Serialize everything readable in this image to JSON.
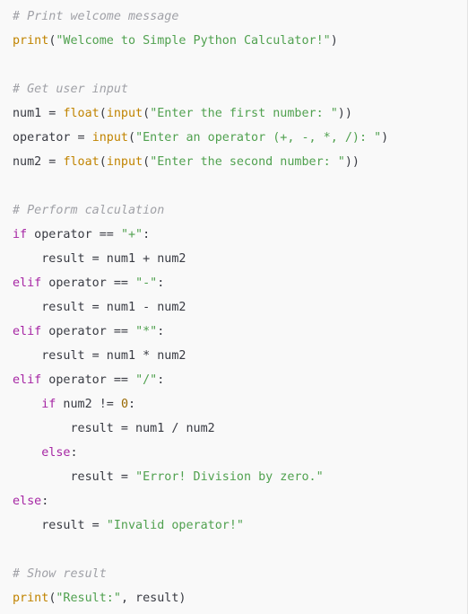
{
  "colors": {
    "background": "#f9f9f9",
    "plain": "#383a42",
    "comment": "#a0a1a7",
    "keyword": "#a626a4",
    "builtin": "#c18401",
    "string": "#50a14f",
    "number": "#986801"
  },
  "lines": [
    [
      {
        "t": "# Print welcome message",
        "k": "comment"
      }
    ],
    [
      {
        "t": "print",
        "k": "builtin"
      },
      {
        "t": "(",
        "k": "plain"
      },
      {
        "t": "\"Welcome to Simple Python Calculator!\"",
        "k": "string"
      },
      {
        "t": ")",
        "k": "plain"
      }
    ],
    [],
    [
      {
        "t": "# Get user input",
        "k": "comment"
      }
    ],
    [
      {
        "t": "num1 = ",
        "k": "plain"
      },
      {
        "t": "float",
        "k": "builtin"
      },
      {
        "t": "(",
        "k": "plain"
      },
      {
        "t": "input",
        "k": "builtin"
      },
      {
        "t": "(",
        "k": "plain"
      },
      {
        "t": "\"Enter the first number: \"",
        "k": "string"
      },
      {
        "t": "))",
        "k": "plain"
      }
    ],
    [
      {
        "t": "operator = ",
        "k": "plain"
      },
      {
        "t": "input",
        "k": "builtin"
      },
      {
        "t": "(",
        "k": "plain"
      },
      {
        "t": "\"Enter an operator (+, -, *, /): \"",
        "k": "string"
      },
      {
        "t": ")",
        "k": "plain"
      }
    ],
    [
      {
        "t": "num2 = ",
        "k": "plain"
      },
      {
        "t": "float",
        "k": "builtin"
      },
      {
        "t": "(",
        "k": "plain"
      },
      {
        "t": "input",
        "k": "builtin"
      },
      {
        "t": "(",
        "k": "plain"
      },
      {
        "t": "\"Enter the second number: \"",
        "k": "string"
      },
      {
        "t": "))",
        "k": "plain"
      }
    ],
    [],
    [
      {
        "t": "# Perform calculation",
        "k": "comment"
      }
    ],
    [
      {
        "t": "if",
        "k": "keyword"
      },
      {
        "t": " operator == ",
        "k": "plain"
      },
      {
        "t": "\"+\"",
        "k": "string"
      },
      {
        "t": ":",
        "k": "plain"
      }
    ],
    [
      {
        "t": "    result = num1 + num2",
        "k": "plain"
      }
    ],
    [
      {
        "t": "elif",
        "k": "keyword"
      },
      {
        "t": " operator == ",
        "k": "plain"
      },
      {
        "t": "\"-\"",
        "k": "string"
      },
      {
        "t": ":",
        "k": "plain"
      }
    ],
    [
      {
        "t": "    result = num1 - num2",
        "k": "plain"
      }
    ],
    [
      {
        "t": "elif",
        "k": "keyword"
      },
      {
        "t": " operator == ",
        "k": "plain"
      },
      {
        "t": "\"*\"",
        "k": "string"
      },
      {
        "t": ":",
        "k": "plain"
      }
    ],
    [
      {
        "t": "    result = num1 * num2",
        "k": "plain"
      }
    ],
    [
      {
        "t": "elif",
        "k": "keyword"
      },
      {
        "t": " operator == ",
        "k": "plain"
      },
      {
        "t": "\"/\"",
        "k": "string"
      },
      {
        "t": ":",
        "k": "plain"
      }
    ],
    [
      {
        "t": "    ",
        "k": "plain"
      },
      {
        "t": "if",
        "k": "keyword"
      },
      {
        "t": " num2 != ",
        "k": "plain"
      },
      {
        "t": "0",
        "k": "number"
      },
      {
        "t": ":",
        "k": "plain"
      }
    ],
    [
      {
        "t": "        result = num1 / num2",
        "k": "plain"
      }
    ],
    [
      {
        "t": "    ",
        "k": "plain"
      },
      {
        "t": "else",
        "k": "keyword"
      },
      {
        "t": ":",
        "k": "plain"
      }
    ],
    [
      {
        "t": "        result = ",
        "k": "plain"
      },
      {
        "t": "\"Error! Division by zero.\"",
        "k": "string"
      }
    ],
    [
      {
        "t": "else",
        "k": "keyword"
      },
      {
        "t": ":",
        "k": "plain"
      }
    ],
    [
      {
        "t": "    result = ",
        "k": "plain"
      },
      {
        "t": "\"Invalid operator!\"",
        "k": "string"
      }
    ],
    [],
    [
      {
        "t": "# Show result",
        "k": "comment"
      }
    ],
    [
      {
        "t": "print",
        "k": "builtin"
      },
      {
        "t": "(",
        "k": "plain"
      },
      {
        "t": "\"Result:\"",
        "k": "string"
      },
      {
        "t": ", result)",
        "k": "plain"
      }
    ]
  ]
}
